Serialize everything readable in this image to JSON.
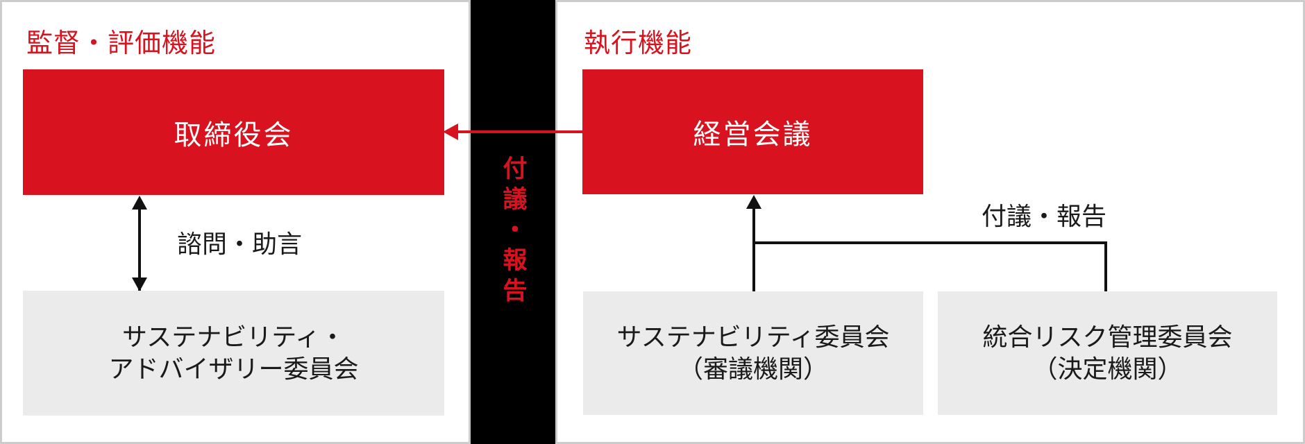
{
  "colors": {
    "accent_red": "#d8121e",
    "bar_black": "#000000",
    "box_gray": "#ebebeb",
    "border_gray": "#cccccc",
    "text_dark": "#1a1a1a",
    "text_white": "#ffffff"
  },
  "left_panel": {
    "section_label": "監督・評価機能",
    "board_box_label": "取締役会",
    "consult_arrow_label": "諮問・助言",
    "advisory_box_line1": "サステナビリティ・",
    "advisory_box_line2": "アドバイザリー委員会"
  },
  "divider": {
    "vertical_label": "付議・報告"
  },
  "right_panel": {
    "section_label": "執行機能",
    "management_box_label": "経営会議",
    "refer_arrow_label": "付議・報告",
    "sustainability_box_line1": "サステナビリティ委員会",
    "sustainability_box_line2": "（審議機関）",
    "risk_box_line1": "統合リスク管理委員会",
    "risk_box_line2": "（決定機関）"
  }
}
